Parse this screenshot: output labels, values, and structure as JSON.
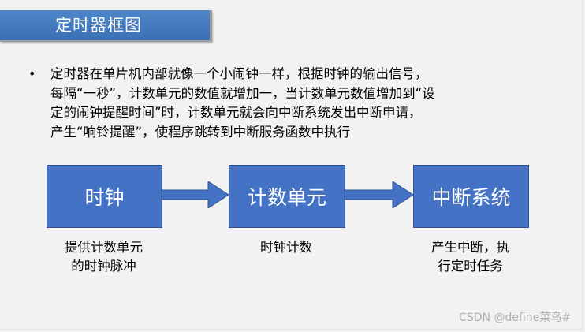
{
  "title": "定时器框图",
  "bullet": {
    "lines": [
      "定时器在单片机内部就像一个小闹钟一样，根据时钟的输出信号，",
      "每隔“一秒”，计数单元的数值就增加一，当计数单元数值增加到“设",
      "定的闹钟提醒时间”时，计数单元就会向中断系统发出中断申请，",
      "产生“响铃提醒”，使程序跳转到中断服务函数中执行"
    ]
  },
  "diagram": {
    "box_color": "#4472c4",
    "nodes": [
      {
        "label": "时钟",
        "caption": [
          "提供计数单元",
          "的时钟脉冲"
        ]
      },
      {
        "label": "计数单元",
        "caption": [
          "时钟计数"
        ]
      },
      {
        "label": "中断系统",
        "caption": [
          "产生中断，执",
          "行定时任务"
        ]
      }
    ]
  },
  "watermark": "CSDN @define菜鸟#"
}
